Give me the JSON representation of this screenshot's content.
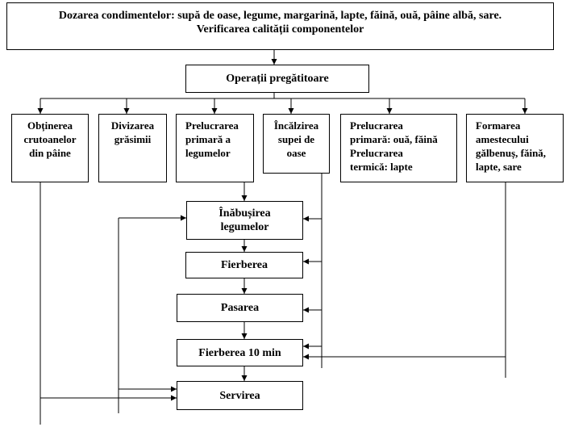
{
  "header": {
    "line1": "Dozarea condimentelor: supă de oase, legume, margarină, lapte, făină, ouă, pâine albă, sare.",
    "line2": "Verificarea calității componentelor"
  },
  "prep": {
    "label": "Operații pregătitoare"
  },
  "steps": {
    "croutons": {
      "line1": "Obținerea",
      "line2": "crutoanelor",
      "line3": "din pâine"
    },
    "fat": {
      "line1": "Divizarea",
      "line2": "grăsimii"
    },
    "veg": {
      "line1": "Prelucrarea",
      "line2": "primară a",
      "line3": "legumelor"
    },
    "broth": {
      "line1": "Încălzirea",
      "line2": "supei de",
      "line3": "oase"
    },
    "eggs": {
      "line1": "Prelucrarea",
      "line2": "primară: ouă, făină",
      "line3": "Prelucrarea",
      "line4": "termică: lapte"
    },
    "mix": {
      "line1": "Formarea",
      "line2": "amestecului",
      "line3": "gălbenuș, făină,",
      "line4": "lapte, sare"
    }
  },
  "process": {
    "stew": {
      "line1": "Înăbușirea",
      "line2": "legumelor"
    },
    "boil": {
      "label": "Fierberea"
    },
    "puree": {
      "label": "Pasarea"
    },
    "boil10": {
      "label": "Fierberea 10 min"
    },
    "serve": {
      "label": "Servirea"
    }
  },
  "colors": {
    "line": "#000000",
    "background": "#ffffff"
  }
}
